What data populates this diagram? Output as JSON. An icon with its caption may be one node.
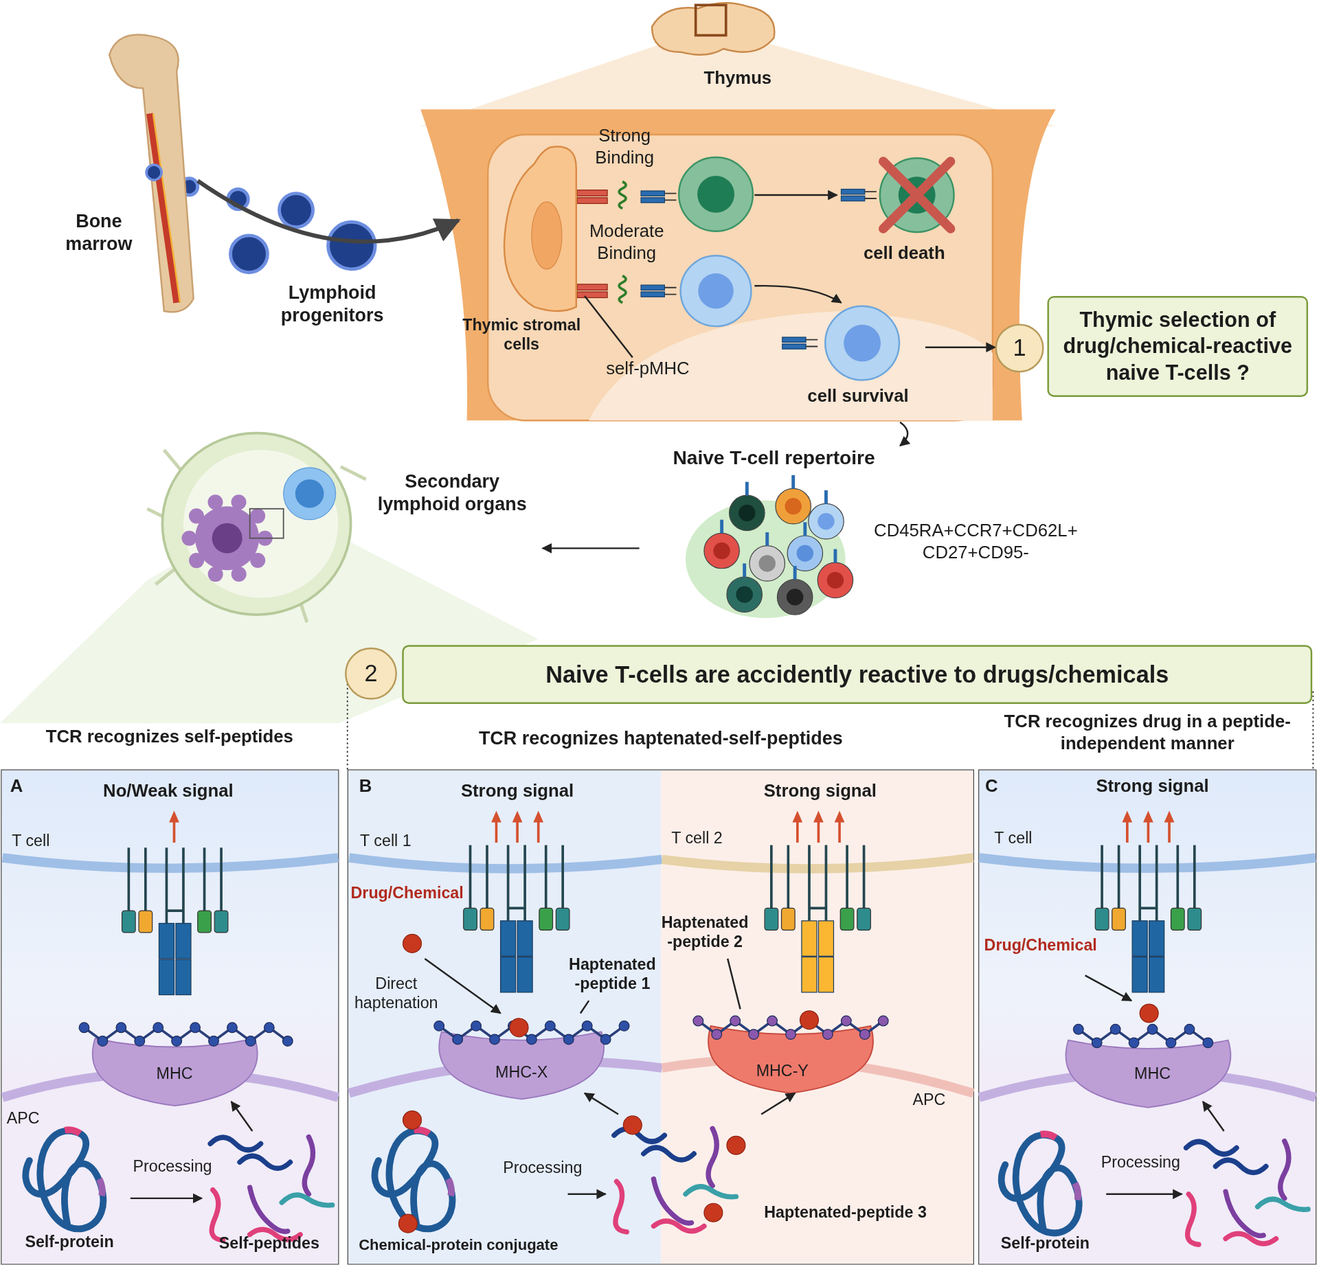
{
  "diagram": {
    "nodes": [
      {
        "text": [
          "Bone marrow"
        ]
      },
      {
        "text": [
          "Lymphoid progenitors"
        ]
      },
      {
        "text": [
          "Thymus"
        ]
      },
      {
        "text": [
          "Thymic stromal cells"
        ],
        "in": 2
      },
      {
        "text": [
          "Strong Binding"
        ],
        "in": 2
      },
      {
        "text": [],
        "shape": "circle",
        "in": 2
      },
      {
        "text": [
          "cell death"
        ],
        "in": 2
      },
      {
        "text": [
          "Moderate Binding"
        ],
        "in": 2
      },
      {
        "text": [],
        "shape": "circle",
        "in": 2
      },
      {
        "text": [
          "cell survival"
        ],
        "in": 2
      },
      {
        "text": [
          "self-pMHC"
        ],
        "in": 2
      },
      {
        "text": [
          "1"
        ]
      },
      {
        "text": [
          "Thymic selection of drug/chemical-reactive naive T-cells ?"
        ]
      },
      {
        "text": [
          "Naive T-cell repertoire",
          "CD45RA+CCR7+CD62L+ CD27+CD95-"
        ]
      },
      {
        "text": [
          "Secondary lymphoid organs"
        ]
      },
      {
        "text": [
          "2"
        ]
      },
      {
        "text": [
          "Naive T-cells are accidently reactive to drugs/chemicals"
        ]
      },
      {
        "text": [
          "TCR recognizes self-peptides",
          "A"
        ]
      },
      {
        "text": [
          "MHC"
        ],
        "in": 17
      },
      {
        "text": [
          "Self-protein"
        ],
        "in": 17
      },
      {
        "text": [
          "Self-peptides"
        ],
        "in": 17
      },
      {
        "text": [
          "TCR recognizes haptenated-self-peptides",
          "B"
        ]
      },
      {
        "text": [
          "Drug/Chemical"
        ],
        "in": 21
      },
      {
        "text": [
          "MHC-X"
        ],
        "in": 21
      },
      {
        "text": [
          "Haptenated -peptide 1"
        ],
        "in": 21
      },
      {
        "text": [
          "Haptenated -peptide 2"
        ],
        "in": 21
      },
      {
        "text": [
          "MHC-Y"
        ],
        "in": 21
      },
      {
        "text": [
          "Chemical-protein conjugate"
        ],
        "in": 21
      },
      {
        "text": [
          "Haptenated-peptide 3"
        ],
        "in": 21
      },
      {
        "text": [
          "TCR recognizes drug in a peptide-independent manner",
          "C"
        ]
      },
      {
        "text": [
          "Drug/Chemical"
        ],
        "in": 29
      },
      {
        "text": [
          "MHC"
        ],
        "in": 29
      },
      {
        "text": [
          "Self-protein"
        ],
        "in": 29
      },
      {
        "text": [],
        "shape": "picture",
        "in": 29
      }
    ],
    "edges": [
      {
        "from": 0,
        "to": 3,
        "arrow": "to",
        "style": "thick"
      },
      {
        "from": 5,
        "to": 6,
        "arrow": "to"
      },
      {
        "from": 8,
        "to": 9,
        "arrow": "to"
      },
      {
        "from": 10,
        "to": 3,
        "arrow": "none"
      },
      {
        "from": 9,
        "to": 11,
        "arrow": "to"
      },
      {
        "from": 2,
        "to": 13,
        "arrow": "to"
      },
      {
        "from": 13,
        "to": 14,
        "arrow": "to"
      },
      {
        "from": 19,
        "to": 20,
        "arrow": "to",
        "label": "Processing"
      },
      {
        "from": 20,
        "to": 18,
        "arrow": "to"
      },
      {
        "from": 22,
        "to": 23,
        "arrow": "to",
        "label": "Direct haptenation"
      },
      {
        "from": 24,
        "to": 23,
        "arrow": "none"
      },
      {
        "from": 25,
        "to": 26,
        "arrow": "none"
      },
      {
        "from": 27,
        "to": 28,
        "arrow": "to",
        "label": "Processing"
      },
      {
        "from": 28,
        "to": 23,
        "arrow": "to"
      },
      {
        "from": 28,
        "to": 26,
        "arrow": "to"
      },
      {
        "from": 30,
        "to": 31,
        "arrow": "to"
      },
      {
        "from": 32,
        "to": 33,
        "arrow": "to",
        "label": "Processing"
      },
      {
        "from": 33,
        "to": 31,
        "arrow": "to"
      }
    ],
    "labels": [
      "No/Weak signal",
      "T cell",
      "APC",
      "Strong signal",
      "T cell 1",
      "Strong signal",
      "T cell 2",
      "APC",
      "Strong signal",
      "T cell"
    ]
  }
}
